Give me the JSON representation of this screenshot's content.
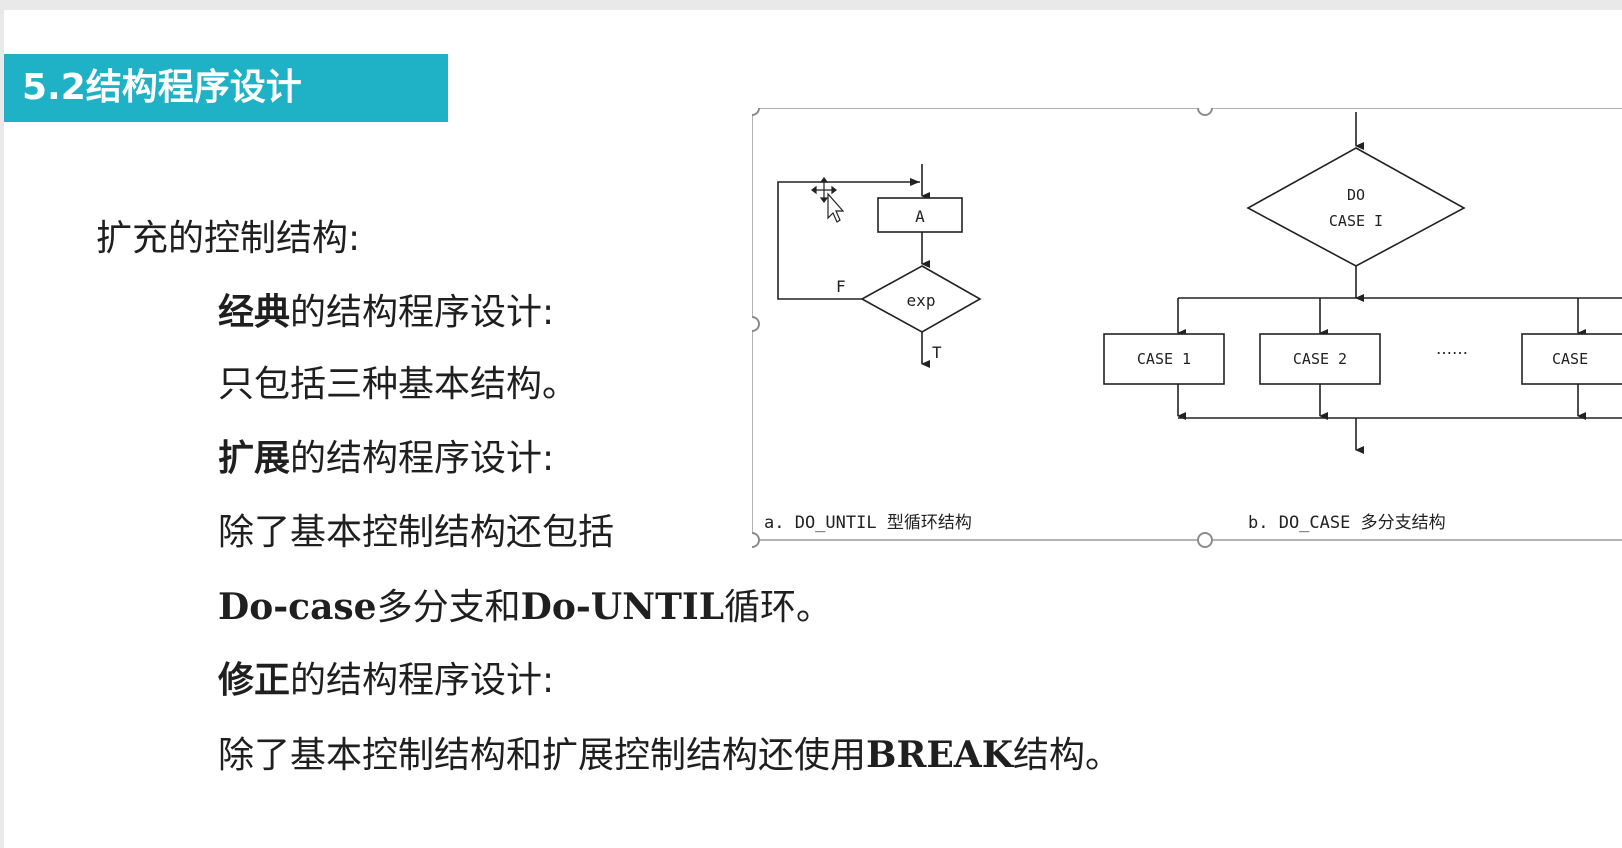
{
  "title": "5.2结构程序设计",
  "body": {
    "heading": "扩充的控制结构:",
    "classic_bold": "经典",
    "classic_rest": "的结构程序设计:",
    "classic_desc": "只包括三种基本结构。",
    "extended_bold": "扩展",
    "extended_rest": "的结构程序设计:",
    "extended_desc": "除了基本控制结构还包括",
    "extended_desc2_a": "Do-case",
    "extended_desc2_b": "多分支和",
    "extended_desc2_c": "Do-UNTIL",
    "extended_desc2_d": "循环。",
    "modified_bold": "修正",
    "modified_rest": "的结构程序设计:",
    "modified_desc_a": "除了基本控制结构和扩展控制结构还使用",
    "modified_desc_b": "BREAK",
    "modified_desc_c": "结构。"
  },
  "diagram": {
    "until": {
      "box_label": "A",
      "decision_label": "exp",
      "false_label": "F",
      "true_label": "T",
      "caption": "a.  DO_UNTIL 型循环结构"
    },
    "case": {
      "decision_line1": "DO",
      "decision_line2": "CASE I",
      "case1": "CASE 1",
      "case2": "CASE 2",
      "ellipsis": "……",
      "casen": "CASE",
      "caption": "b.  DO_CASE 多分支结构"
    }
  },
  "colors": {
    "title_bar": "#1fb1c6",
    "title_text": "#ffffff",
    "body_text": "#1f1f1f",
    "diagram_line": "#222222",
    "selection_frame": "#9a9a9a"
  },
  "icons": [
    "move-cursor-icon"
  ]
}
